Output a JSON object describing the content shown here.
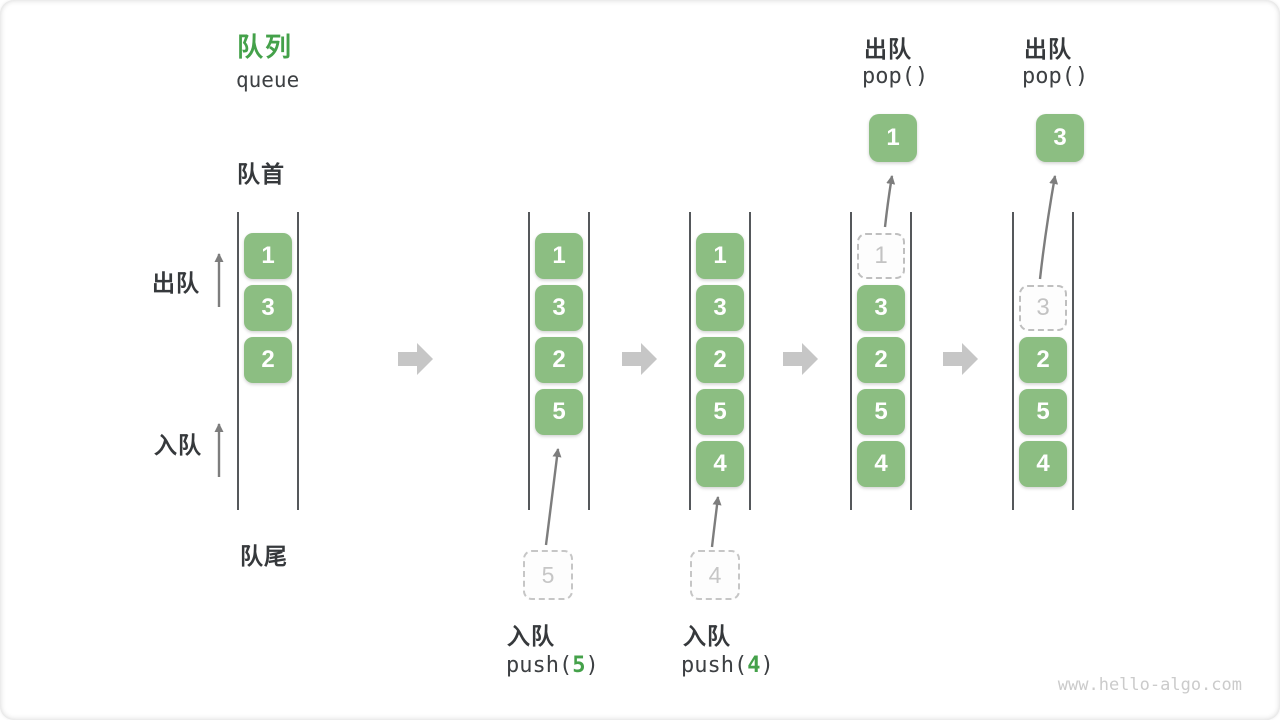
{
  "title": {
    "zh": "队列",
    "en": "queue"
  },
  "side_labels": {
    "front": "队首",
    "rear": "队尾",
    "dequeue": "出队",
    "enqueue": "入队"
  },
  "colors": {
    "box_green": "#8CBE82",
    "accent_green": "#44A14A",
    "dark_text": "#36393C",
    "column_line": "#55585B",
    "thin_arrow": "#7D7D7D",
    "block_arrow": "#C6C6C6",
    "ghost_border": "#BFBFBF",
    "ghost_text": "#C3C3C3",
    "watermark": "#CBCBCB"
  },
  "columns": [
    {
      "name": "state-1",
      "slots": [
        {
          "value": "1",
          "row": 0,
          "variant": "solid"
        },
        {
          "value": "3",
          "row": 1,
          "variant": "solid"
        },
        {
          "value": "2",
          "row": 2,
          "variant": "solid"
        }
      ]
    },
    {
      "name": "state-2",
      "slots": [
        {
          "value": "1",
          "row": 0,
          "variant": "solid"
        },
        {
          "value": "3",
          "row": 1,
          "variant": "solid"
        },
        {
          "value": "2",
          "row": 2,
          "variant": "solid"
        },
        {
          "value": "5",
          "row": 3,
          "variant": "solid"
        }
      ]
    },
    {
      "name": "state-3",
      "slots": [
        {
          "value": "1",
          "row": 0,
          "variant": "solid"
        },
        {
          "value": "3",
          "row": 1,
          "variant": "solid"
        },
        {
          "value": "2",
          "row": 2,
          "variant": "solid"
        },
        {
          "value": "5",
          "row": 3,
          "variant": "solid"
        },
        {
          "value": "4",
          "row": 4,
          "variant": "solid"
        }
      ]
    },
    {
      "name": "state-4",
      "slots": [
        {
          "value": "1",
          "row": 0,
          "variant": "ghost"
        },
        {
          "value": "3",
          "row": 1,
          "variant": "solid"
        },
        {
          "value": "2",
          "row": 2,
          "variant": "solid"
        },
        {
          "value": "5",
          "row": 3,
          "variant": "solid"
        },
        {
          "value": "4",
          "row": 4,
          "variant": "solid"
        }
      ]
    },
    {
      "name": "state-5",
      "slots": [
        {
          "value": "3",
          "row": 1,
          "variant": "ghost"
        },
        {
          "value": "2",
          "row": 2,
          "variant": "solid"
        },
        {
          "value": "5",
          "row": 3,
          "variant": "solid"
        },
        {
          "value": "4",
          "row": 4,
          "variant": "solid"
        }
      ]
    }
  ],
  "push_annotations": [
    {
      "label": "入队",
      "call_pre": "push(",
      "arg": "5",
      "call_post": ")",
      "ghost_value": "5"
    },
    {
      "label": "入队",
      "call_pre": "push(",
      "arg": "4",
      "call_post": ")",
      "ghost_value": "4"
    }
  ],
  "pop_annotations": [
    {
      "label": "出队",
      "call": "pop()",
      "value": "1"
    },
    {
      "label": "出队",
      "call": "pop()",
      "value": "3"
    }
  ],
  "watermark": "www.hello-algo.com"
}
